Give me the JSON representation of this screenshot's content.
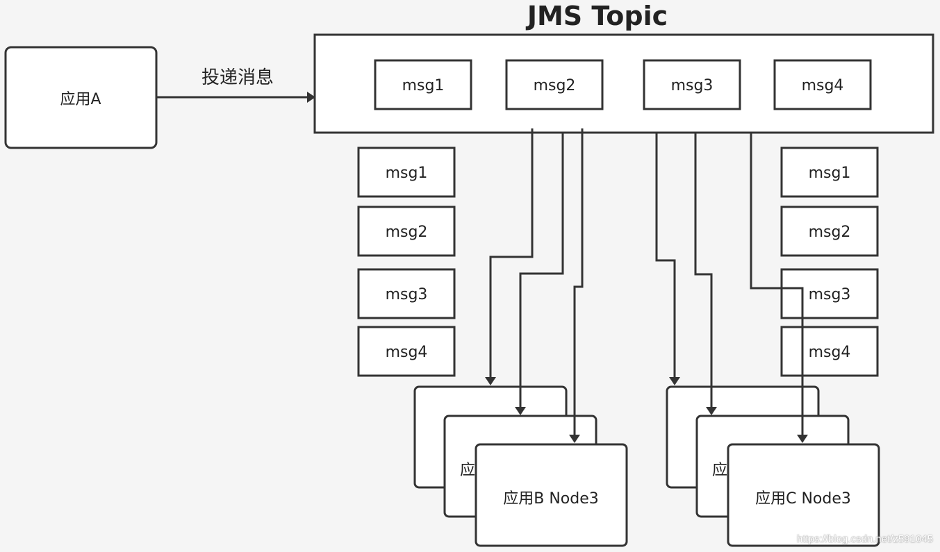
{
  "diagram": {
    "topic_title": "JMS Topic",
    "app_a": {
      "label": "应用A"
    },
    "delivery_label": "投递消息",
    "topic_messages": [
      "msg1",
      "msg2",
      "msg3",
      "msg4"
    ],
    "left_queue": [
      "msg1",
      "msg2",
      "msg3",
      "msg4"
    ],
    "right_queue": [
      "msg1",
      "msg2",
      "msg3",
      "msg4"
    ],
    "app_b": {
      "partial_label": "应",
      "front_label": "应用B Node3"
    },
    "app_c": {
      "partial_label": "应",
      "front_label": "应用C Node3"
    }
  },
  "watermark": "https://blog.csdn.net/z591045"
}
